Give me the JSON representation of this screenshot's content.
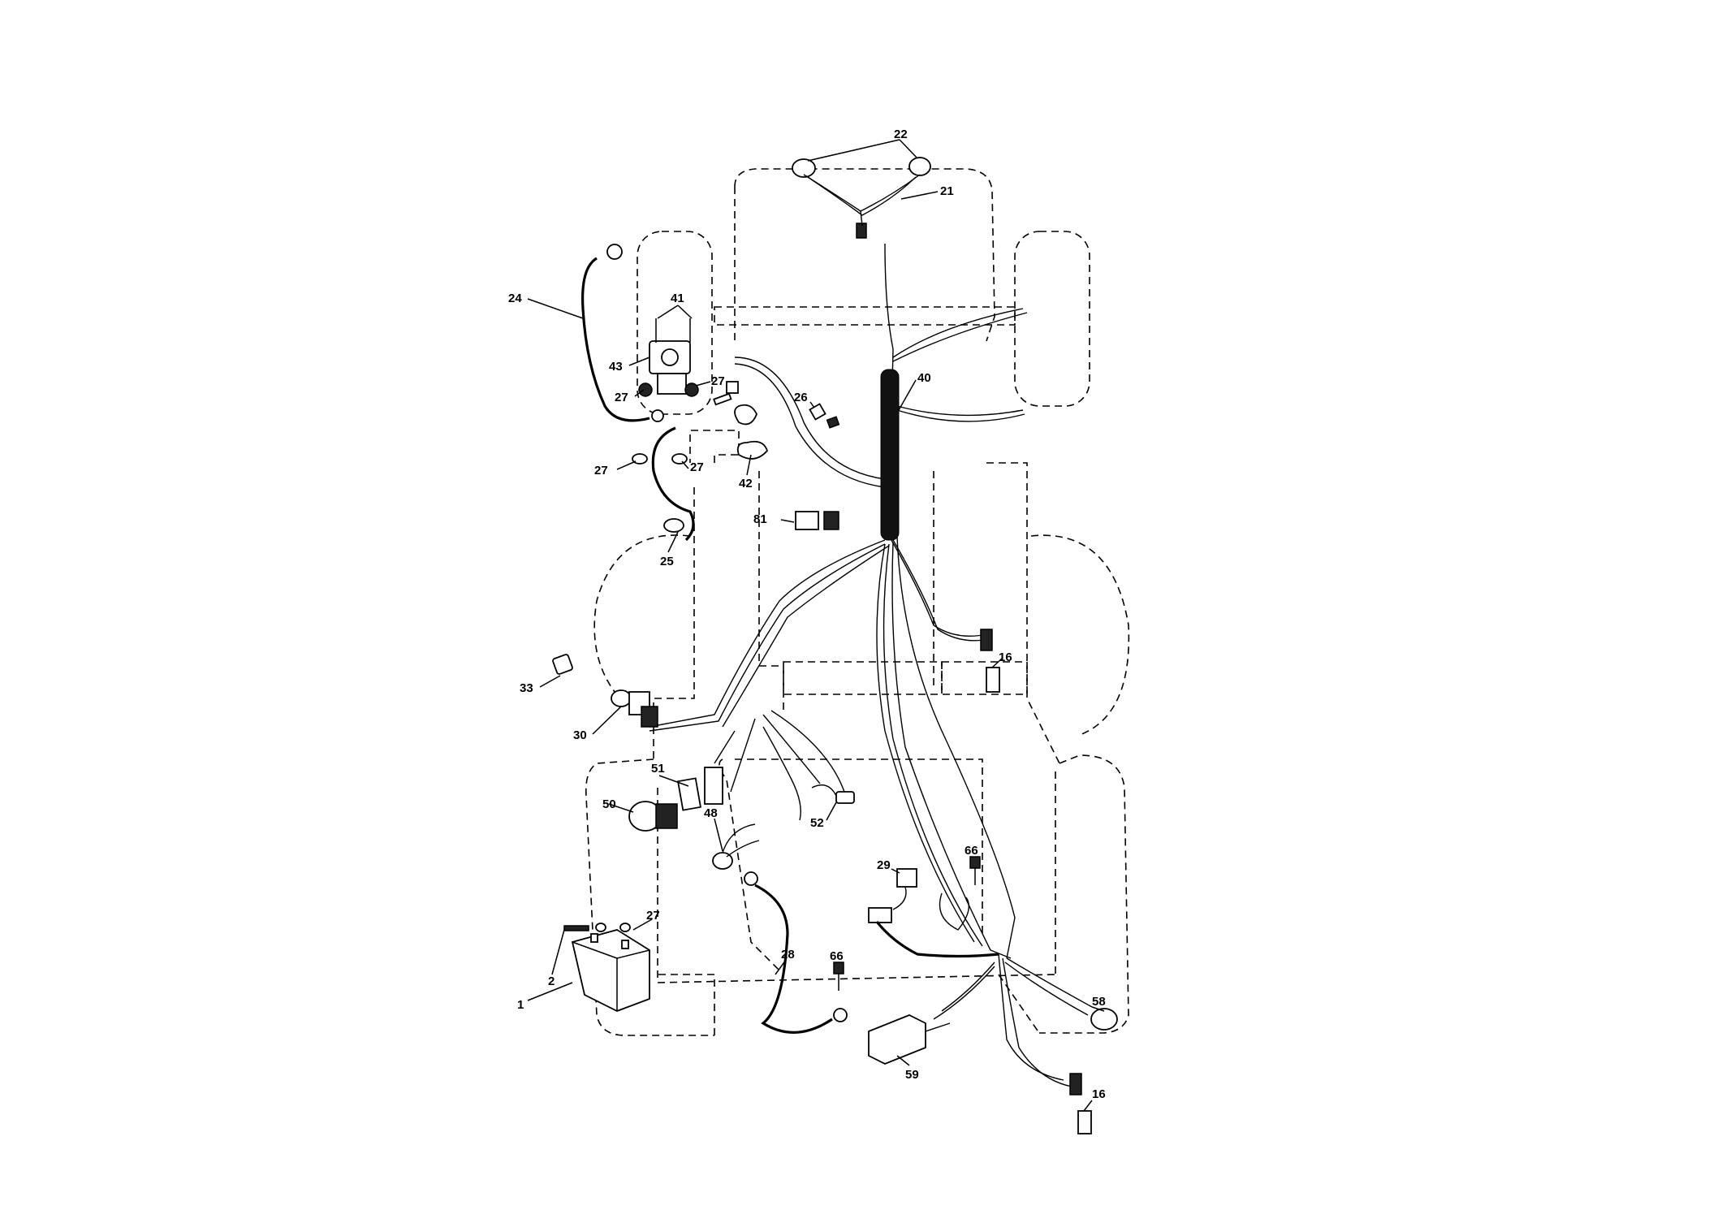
{
  "callouts": [
    {
      "id": "c22",
      "label": "22"
    },
    {
      "id": "c21",
      "label": "21"
    },
    {
      "id": "c24",
      "label": "24"
    },
    {
      "id": "c41",
      "label": "41"
    },
    {
      "id": "c43",
      "label": "43"
    },
    {
      "id": "c27a",
      "label": "27"
    },
    {
      "id": "c27b",
      "label": "27"
    },
    {
      "id": "c27c",
      "label": "27"
    },
    {
      "id": "c27d",
      "label": "27"
    },
    {
      "id": "c26",
      "label": "26"
    },
    {
      "id": "c40",
      "label": "40"
    },
    {
      "id": "c42",
      "label": "42"
    },
    {
      "id": "c81",
      "label": "81"
    },
    {
      "id": "c25",
      "label": "25"
    },
    {
      "id": "c16a",
      "label": "16"
    },
    {
      "id": "c33",
      "label": "33"
    },
    {
      "id": "c30",
      "label": "30"
    },
    {
      "id": "c51",
      "label": "51"
    },
    {
      "id": "c50",
      "label": "50"
    },
    {
      "id": "c48",
      "label": "48"
    },
    {
      "id": "c52",
      "label": "52"
    },
    {
      "id": "c29",
      "label": "29"
    },
    {
      "id": "c66a",
      "label": "66"
    },
    {
      "id": "c27e",
      "label": "27"
    },
    {
      "id": "c28",
      "label": "28"
    },
    {
      "id": "c66b",
      "label": "66"
    },
    {
      "id": "c2",
      "label": "2"
    },
    {
      "id": "c1",
      "label": "1"
    },
    {
      "id": "c58",
      "label": "58"
    },
    {
      "id": "c59",
      "label": "59"
    },
    {
      "id": "c16b",
      "label": "16"
    }
  ]
}
